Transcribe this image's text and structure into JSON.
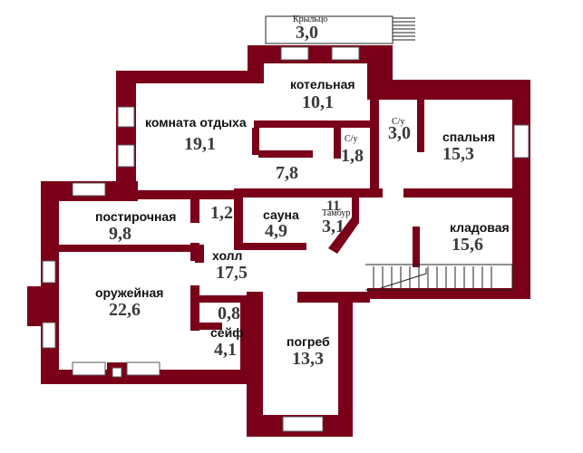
{
  "colors": {
    "wall": "#7a0019",
    "stair": "#222222"
  },
  "rooms": {
    "porch": {
      "name": "Крыльцо",
      "area": "3,0"
    },
    "boiler": {
      "name": "котельная",
      "area": "10,1"
    },
    "rest": {
      "name": "комната отдыха",
      "area": "19,1"
    },
    "wc1": {
      "name": "С/у",
      "area": "1,8"
    },
    "wc2": {
      "name": "С/у",
      "area": "3,0"
    },
    "bedroom": {
      "name": "спальня",
      "area": "15,3"
    },
    "corridor": {
      "name": "",
      "area": "7,8"
    },
    "small": {
      "name": "",
      "area": "1,2"
    },
    "sauna": {
      "name": "сауна",
      "area": "4,9"
    },
    "vestibule": {
      "name": "Тамбур",
      "area": "3,1"
    },
    "laundry": {
      "name": "постирочная",
      "area": "9,8"
    },
    "storage": {
      "name": "кладовая",
      "area": "15,6"
    },
    "hall": {
      "name": "холл",
      "area": "17,5"
    },
    "armory": {
      "name": "оружейная",
      "area": "22,6"
    },
    "closet": {
      "name": "",
      "area": "0,8"
    },
    "safe": {
      "name": "сейф",
      "area": "4,1"
    },
    "cellar": {
      "name": "погреб",
      "area": "13,3"
    }
  },
  "sauna_door_mark": "11"
}
